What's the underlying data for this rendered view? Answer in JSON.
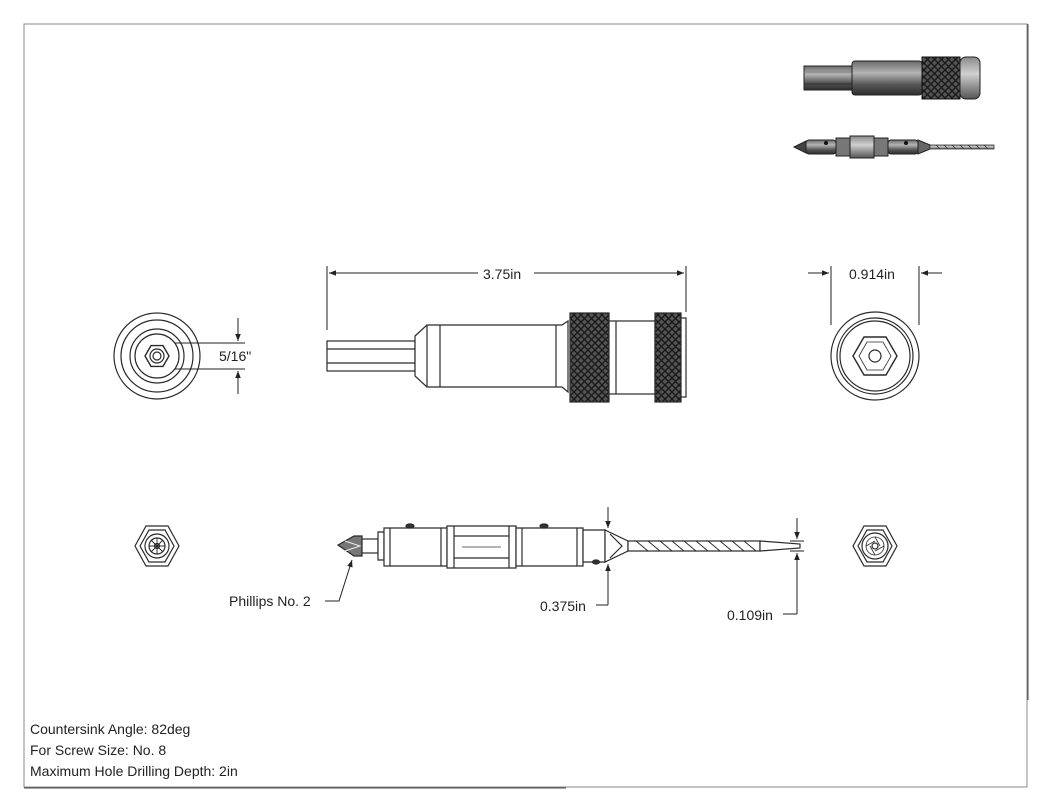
{
  "dimensions": {
    "overall_length": "3.75in",
    "outer_diameter": "0.914in",
    "hex_size": "5/16\"",
    "bit_tip": "Phillips No. 2",
    "countersink_diameter": "0.375in",
    "drill_diameter": "0.109in"
  },
  "notes": [
    "Countersink Angle: 82deg",
    "For Screw Size: No. 8",
    "Maximum Hole Drilling Depth: 2in"
  ],
  "colors": {
    "line": "#2a2a2a",
    "shade_dark": "#3a3a3a",
    "shade_light": "#9a9a9a"
  }
}
